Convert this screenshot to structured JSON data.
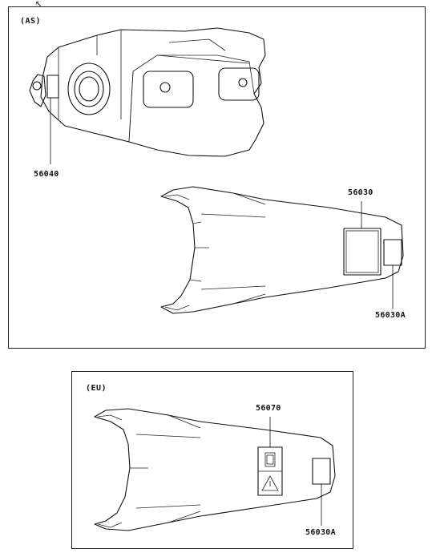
{
  "panels": {
    "as": {
      "region_label": "(AS)",
      "callouts": {
        "tank_label": "56040",
        "cover_label_main": "56030",
        "cover_label_small": "56030A"
      }
    },
    "eu": {
      "region_label": "(EU)",
      "callouts": {
        "warning_label": "56070",
        "cover_label_small": "56030A"
      }
    }
  }
}
